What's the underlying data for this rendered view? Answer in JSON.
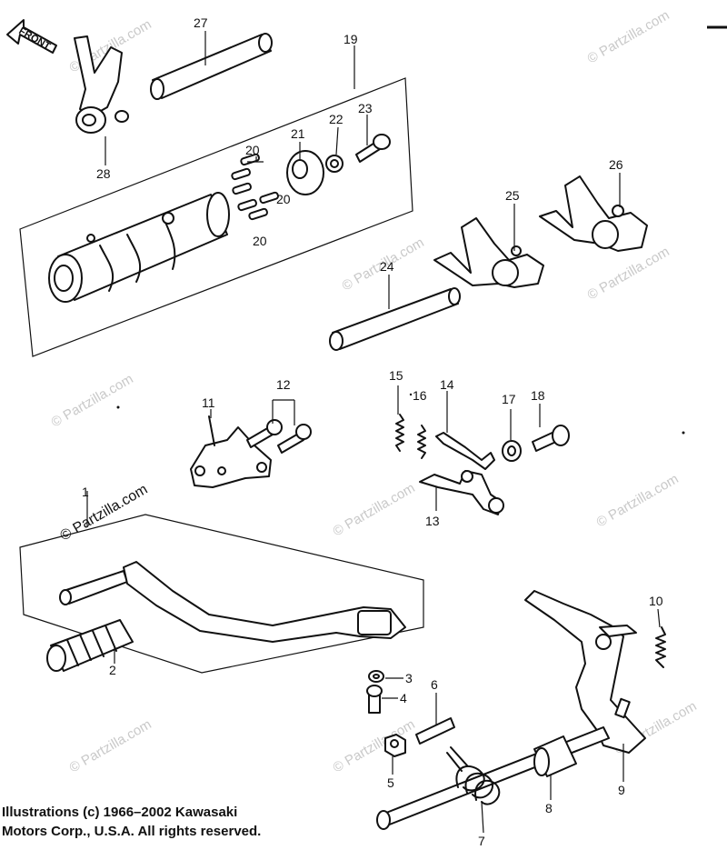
{
  "front_label": "FRONT",
  "watermark_text": "© Partzilla.com",
  "watermark_main": "© Partzilla.com",
  "copyright": {
    "line1": "Illustrations (c) 1966–2002 Kawasaki",
    "line2": "Motors Corp., U.S.A.  All rights reserved."
  },
  "callouts": {
    "c1": "1",
    "c2": "2",
    "c3": "3",
    "c4": "4",
    "c5": "5",
    "c6": "6",
    "c7": "7",
    "c8": "8",
    "c9": "9",
    "c10": "10",
    "c11": "11",
    "c12": "12",
    "c13": "13",
    "c14": "14",
    "c15": "15",
    "c16": "16",
    "c17": "17",
    "c18": "18",
    "c19": "19",
    "c20a": "20",
    "c20b": "20",
    "c20c": "20",
    "c21": "21",
    "c22": "22",
    "c23": "23",
    "c24": "24",
    "c25": "25",
    "c26": "26",
    "c27": "27",
    "c28": "28"
  }
}
